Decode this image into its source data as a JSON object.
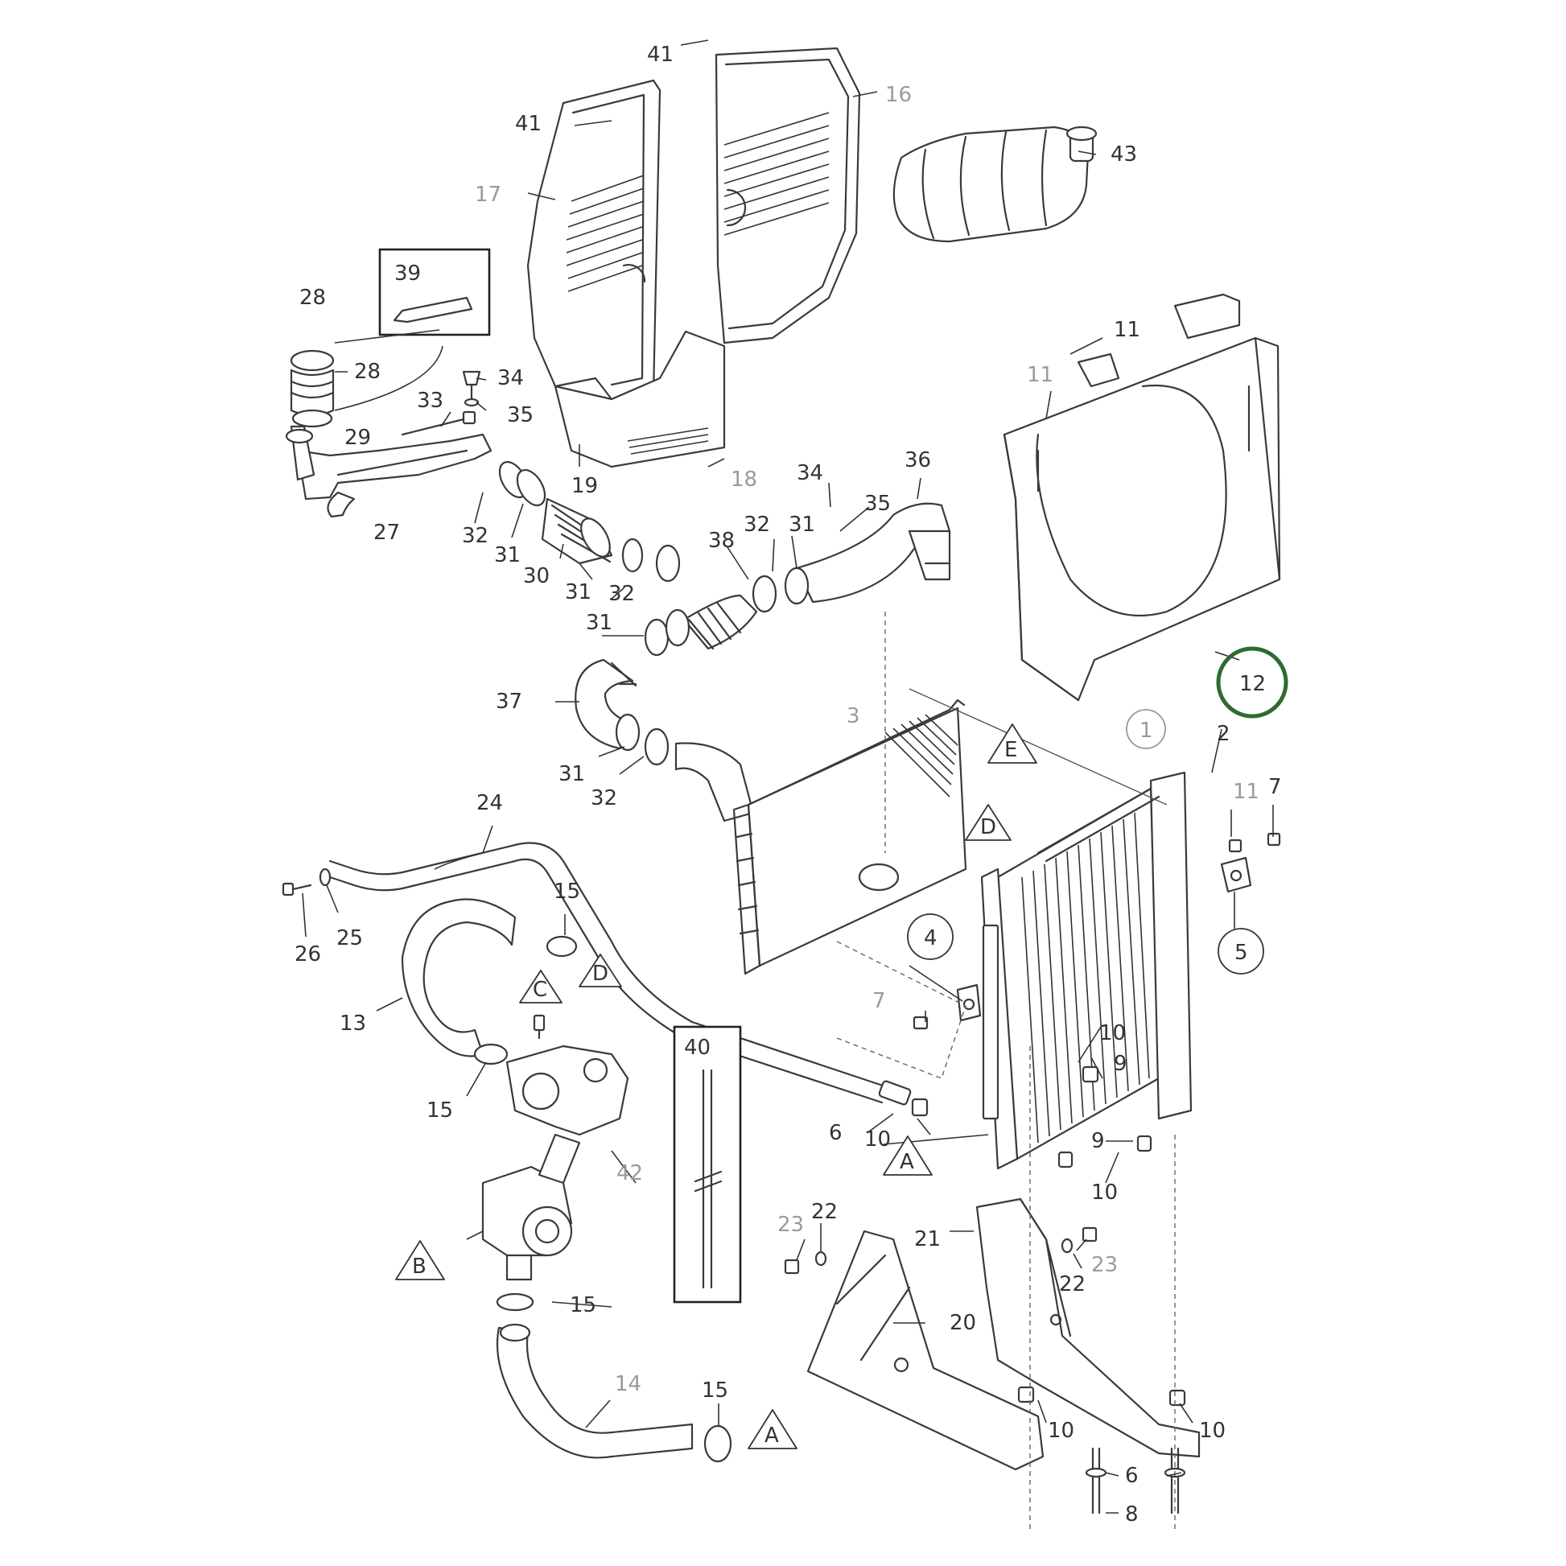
{
  "labels": {
    "n41a": "41",
    "n41b": "41",
    "n16": "16",
    "n17": "17",
    "n43": "43",
    "n39": "39",
    "n28a": "28",
    "n28b": "28",
    "n34a": "34",
    "n35a": "35",
    "n29": "29",
    "n33": "33",
    "n19": "19",
    "n18": "18",
    "n27": "27",
    "n32a": "32",
    "n31a": "31",
    "n30": "30",
    "n31b": "31",
    "n32b": "32",
    "n31c": "31",
    "n38": "38",
    "n32c": "32",
    "n31d": "31",
    "n34b": "34",
    "n35b": "35",
    "n36": "36",
    "n37": "37",
    "n31e": "31",
    "n32d": "32",
    "n3": "3",
    "n11a": "11",
    "n11b": "11",
    "n12": "12",
    "n1": "1",
    "n2": "2",
    "n11c": "11",
    "n7a": "7",
    "n5": "5",
    "n24": "24",
    "n26": "26",
    "n25": "25",
    "n15a": "15",
    "n13": "13",
    "n15b": "15",
    "n4": "4",
    "n7b": "7",
    "n10a": "10",
    "n9a": "9",
    "n40": "40",
    "n6a": "6",
    "n10b": "10",
    "n9b": "9",
    "n10c": "10",
    "n42": "42",
    "n23a": "23",
    "n22a": "22",
    "n21": "21",
    "n23b": "23",
    "n22b": "22",
    "n20": "20",
    "n15c": "15",
    "n14": "14",
    "n15d": "15",
    "n10d": "10",
    "n10e": "10",
    "n6b": "6",
    "n8": "8"
  },
  "references": {
    "A1": "A",
    "A2": "A",
    "B": "B",
    "C": "C",
    "D1": "D",
    "D2": "D",
    "E": "E"
  },
  "colors": {
    "line": "#3a3a3a",
    "label": "#333333",
    "label_muted": "#9a9a9a",
    "highlight": "#2e6b2e"
  },
  "highlighted_part": "12"
}
